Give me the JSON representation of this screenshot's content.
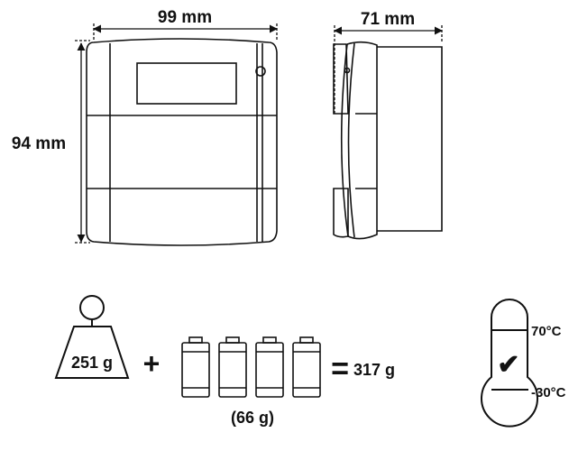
{
  "dimensions": {
    "width": "99 mm",
    "depth": "71 mm",
    "height": "94 mm"
  },
  "weight": {
    "device": "251 g",
    "plus": "+",
    "batteries": "(66 g)",
    "equals": "=",
    "total": "317 g",
    "battery_count": 4
  },
  "temperature": {
    "max": "70°C",
    "min": "-30°C",
    "check": "✔"
  },
  "icons": [
    "weight-icon",
    "battery-icon",
    "thermometer-icon",
    "checkmark-icon"
  ],
  "colors": {
    "line": "#111111",
    "background": "#ffffff"
  }
}
